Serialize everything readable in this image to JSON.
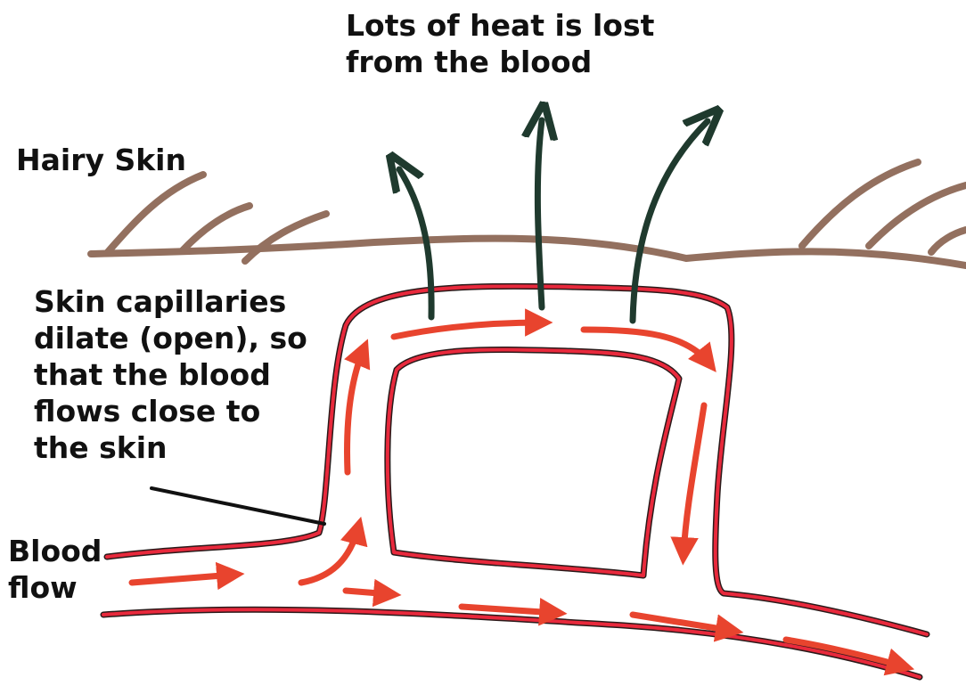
{
  "labels": {
    "heat_loss": [
      "Lots of heat is lost",
      "from the blood"
    ],
    "skin": "Hairy Skin",
    "capillaries": [
      "Skin capillaries",
      "dilate (open), so",
      "that the blood",
      "flows close to",
      "the skin"
    ],
    "blood_flow": [
      "Blood",
      "flow"
    ]
  },
  "colors": {
    "skin": "#93705f",
    "vessel_red": "#e8293c",
    "vessel_outline": "#2a1a1a",
    "flow_arrow": "#e8442e",
    "heat_arrow": "#1f3a2e",
    "text": "#111111"
  }
}
